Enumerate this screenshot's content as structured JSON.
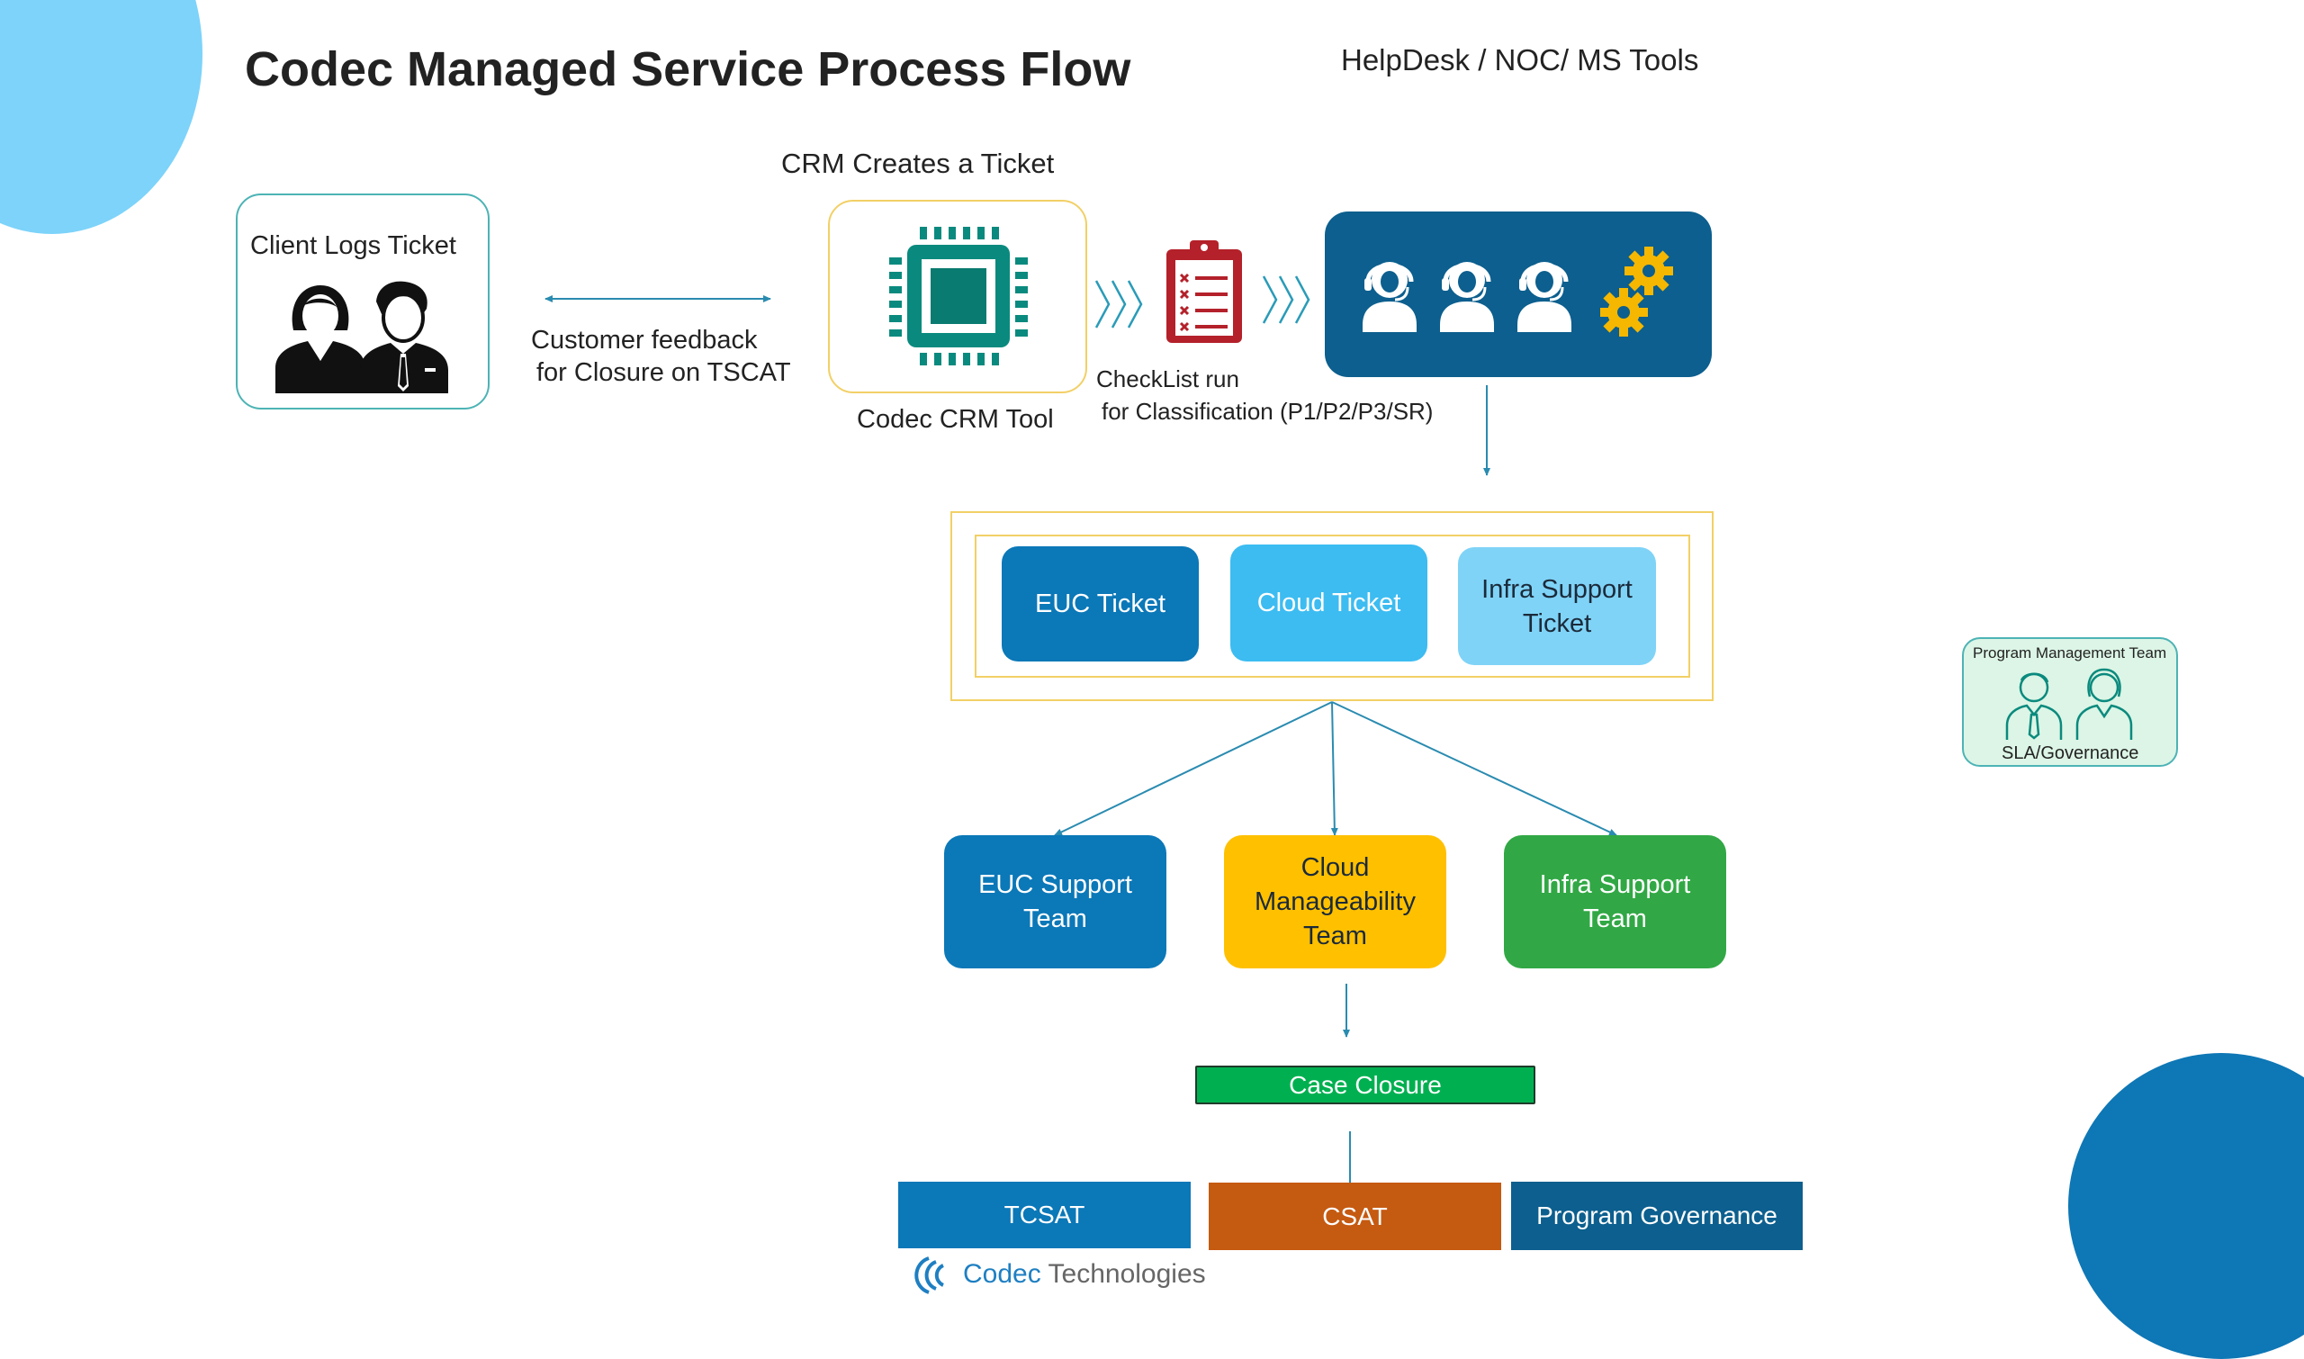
{
  "title": "Codec Managed Service Process Flow",
  "header_right": "HelpDesk / NOC/ MS Tools",
  "client": {
    "label": "Client Logs Ticket",
    "feedback_line1": "Customer feedback",
    "feedback_line2": "for Closure on TSCAT"
  },
  "crm": {
    "heading": "CRM Creates a Ticket",
    "tool_label": "Codec CRM Tool",
    "checklist_line1": "CheckList run",
    "checklist_line2": "for Classification (P1/P2/P3/SR)"
  },
  "tickets": [
    {
      "label": "EUC Ticket",
      "color": "#0b78b8"
    },
    {
      "label": "Cloud Ticket",
      "color": "#3cbcf1"
    },
    {
      "label": "Infra Support Ticket",
      "color": "#7fd3f7"
    }
  ],
  "teams": [
    {
      "label": "EUC Support Team",
      "color": "#0b78b8"
    },
    {
      "label": "Cloud Manageability Team",
      "color": "#ffc000"
    },
    {
      "label": "Infra Support Team",
      "color": "#31a845"
    }
  ],
  "case_closure": {
    "label": "Case Closure",
    "color": "#00b050"
  },
  "outcomes": [
    {
      "label": "TCSAT",
      "color": "#0b78b8"
    },
    {
      "label": "CSAT",
      "color": "#c55a11"
    },
    {
      "label": "Program Governance",
      "color": "#0c5f8e"
    }
  ],
  "program_management": {
    "title": "Program Management Team",
    "footer": "SLA/Governance"
  },
  "logo": {
    "brand": "Codec",
    "suffix": "Technologies"
  },
  "icons": [
    "clients-icon",
    "chip-icon",
    "checklist-icon",
    "support-agent-icon",
    "gears-icon",
    "manager-icon"
  ],
  "colors": {
    "accent_light": "#7dd3fa",
    "accent_dark": "#0e77b5",
    "helpdesk": "#0c5f8e",
    "arrow": "#2a8bb0"
  }
}
